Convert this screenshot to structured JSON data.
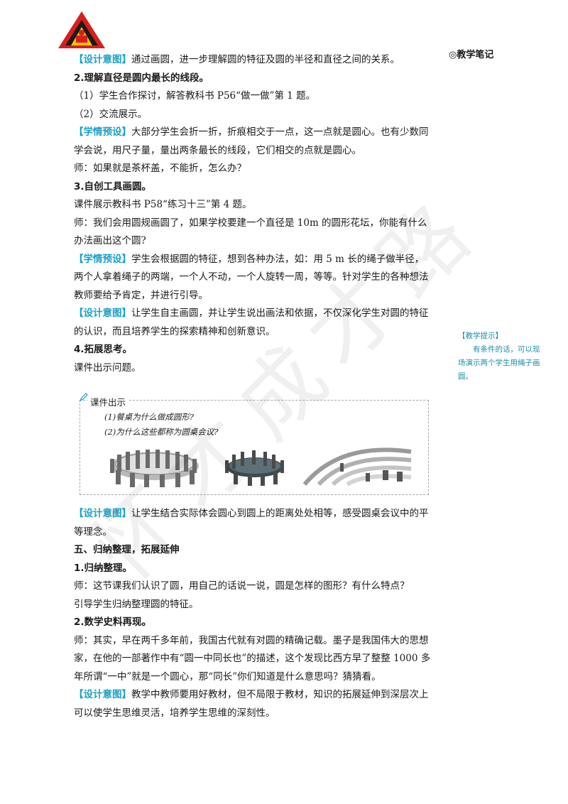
{
  "header": {
    "notes_label": "◎教学笔记"
  },
  "side_tip": {
    "title": "【教学提示】",
    "body": "有条件的话，可以现场演示两个学生用绳子画圆。"
  },
  "watermark": [
    "怀",
    "才",
    "成",
    "才",
    "路"
  ],
  "blocks": [
    {
      "type": "p",
      "tag": "【设计意图】",
      "text": "通过画圆，进一步理解圆的特征及圆的半径和直径之间的关系。"
    },
    {
      "type": "h",
      "text": "2.理解直径是圆内最长的线段。"
    },
    {
      "type": "p",
      "text": "（1）学生合作探讨，解答教科书 P56“做一做”第 1 题。"
    },
    {
      "type": "p",
      "text": "（2）交流展示。"
    },
    {
      "type": "p",
      "tag": "【学情预设】",
      "text": "大部分学生会折一折，折痕相交于一点，这一点就是圆心。也有少数同学会说，用尺子量，量出两条最长的线段，它们相交的点就是圆心。"
    },
    {
      "type": "p",
      "text": "师：如果就是茶杯盖，不能折，怎么办？"
    },
    {
      "type": "h",
      "text": "3.自创工具画圆。"
    },
    {
      "type": "p",
      "text": "课件展示教科书 P58“练习十三”第 4 题。"
    },
    {
      "type": "p",
      "text": "师：我们会用圆规画圆了，如果学校要建一个直径是 10m 的圆形花坛，你能有什么办法画出这个圆?"
    },
    {
      "type": "p",
      "tag": "【学情预设】",
      "text": "学生会根据圆的特征，想到各种办法，如：用 5 m 长的绳子做半径，两个人拿着绳子的两端，一个人不动，一个人旋转一周，等等。针对学生的各种想法教师要给予肯定，并进行引导。"
    },
    {
      "type": "p",
      "tag": "【设计意图】",
      "text": "让学生自主画圆，并让学生说出画法和依据，不仅深化学生对圆的特征的认识，而且培养学生的探索精神和创新意识。"
    },
    {
      "type": "h",
      "text": "4.拓展思考。"
    },
    {
      "type": "p",
      "text": "课件出示问题。"
    }
  ],
  "courseware": {
    "label": "课件出示",
    "questions": [
      "(1)餐桌为什么做成圆形?",
      "(2)为什么这些都称为圆桌会议?"
    ],
    "images": [
      "round-table-meeting-image",
      "oval-table-meeting-image",
      "curved-rows-meeting-image"
    ]
  },
  "blocks2": [
    {
      "type": "p",
      "tag": "【设计意图】",
      "text": "让学生结合实际体会圆心到圆上的距离处处相等，感受圆桌会议中的平等理念。"
    },
    {
      "type": "h",
      "text": "五、归纳整理，拓展延伸"
    },
    {
      "type": "h",
      "text": "1.归纳整理。"
    },
    {
      "type": "p",
      "text": "师：这节课我们认识了圆，用自己的话说一说，圆是怎样的图形？有什么特点？"
    },
    {
      "type": "p",
      "text": "引导学生归纳整理圆的特征。"
    },
    {
      "type": "h",
      "text": "2.数学史料再现。"
    },
    {
      "type": "p",
      "text": "师：其实，早在两千多年前，我国古代就有对圆的精确记载。墨子是我国伟大的思想家，在他的一部著作中有“圆一中同长也”的描述，这个发现比西方早了整整 1000 多年所谓“一中”就是一个圆心，那“同长”你们知道是什么意思吗？猜猜看。"
    },
    {
      "type": "p",
      "tag": "【设计意图】",
      "text": "教学中教师要用好教材，但不局限于教材，知识的拓展延伸到深层次上可以使学生思维灵活，培养学生思维的深刻性。"
    }
  ]
}
